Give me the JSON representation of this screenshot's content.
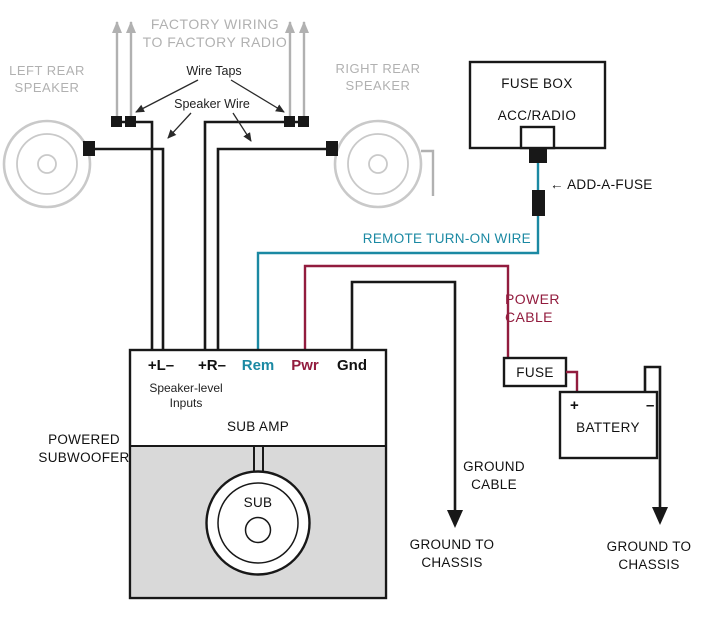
{
  "colors": {
    "gray": "#b1b1b1",
    "teal": "#1b89a3",
    "red": "#921c3e",
    "ink": "#181818",
    "ampgray": "#d9d9d9",
    "speaker": "#c9c9c9"
  },
  "labels": {
    "factory_wiring": [
      "FACTORY WIRING",
      "TO FACTORY RADIO"
    ],
    "left_speaker": [
      "LEFT REAR",
      "SPEAKER"
    ],
    "right_speaker": [
      "RIGHT REAR",
      "SPEAKER"
    ],
    "wire_taps": "Wire Taps",
    "speaker_wire": "Speaker Wire",
    "fuse_box": "FUSE BOX",
    "acc_radio": "ACC/RADIO",
    "add_a_fuse": "← ADD-A-FUSE",
    "remote_turn_on_wire": "REMOTE TURN-ON WIRE",
    "power_cable": [
      "POWER",
      "CABLE"
    ],
    "terminals": {
      "speaker_left": "+L–",
      "speaker_right": "+R–",
      "remote": "Rem",
      "power": "Pwr",
      "ground": "Gnd"
    },
    "speaker_level_inputs": [
      "Speaker-level",
      "Inputs"
    ],
    "sub_amp": "SUB AMP",
    "powered_subwoofer": [
      "POWERED",
      "SUBWOOFER"
    ],
    "sub": "SUB",
    "fuse": "FUSE",
    "battery": "BATTERY",
    "battery_plus": "+",
    "battery_minus": "–",
    "ground_cable": [
      "GROUND",
      "CABLE"
    ],
    "ground_to_chassis_left": [
      "GROUND TO",
      "CHASSIS"
    ],
    "ground_to_chassis_right": [
      "GROUND TO",
      "CHASSIS"
    ]
  }
}
